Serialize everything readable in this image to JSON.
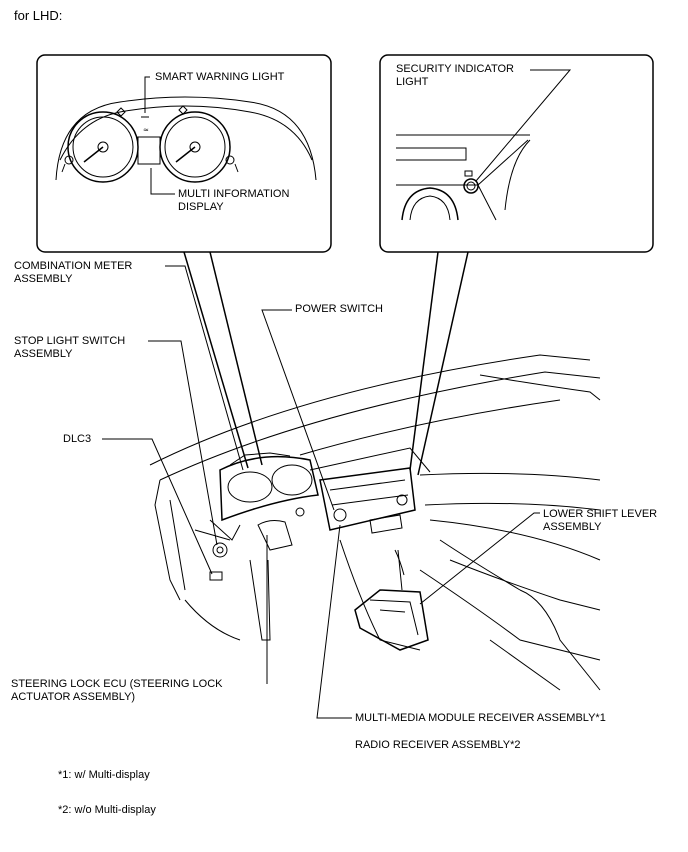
{
  "header": {
    "title": "for LHD:"
  },
  "callouts": {
    "smart_warning_light": "SMART WARNING LIGHT",
    "multi_information_display": "MULTI INFORMATION\nDISPLAY",
    "security_indicator_light": "SECURITY INDICATOR\nLIGHT",
    "combination_meter_assembly": "COMBINATION METER\nASSEMBLY",
    "power_switch": "POWER SWITCH",
    "stop_light_switch_assembly": "STOP LIGHT SWITCH\nASSEMBLY",
    "dlc3": "DLC3",
    "lower_shift_lever_assembly": "LOWER SHIFT LEVER\nASSEMBLY",
    "steering_lock_ecu": "STEERING LOCK ECU (STEERING LOCK\nACTUATOR ASSEMBLY)",
    "multi_media_module_receiver": "MULTI-MEDIA MODULE RECEIVER ASSEMBLY*1",
    "radio_receiver_assembly": "RADIO RECEIVER ASSEMBLY*2"
  },
  "footnotes": {
    "note1": "*1: w/ Multi-display",
    "note2": "*2: w/o Multi-display"
  }
}
